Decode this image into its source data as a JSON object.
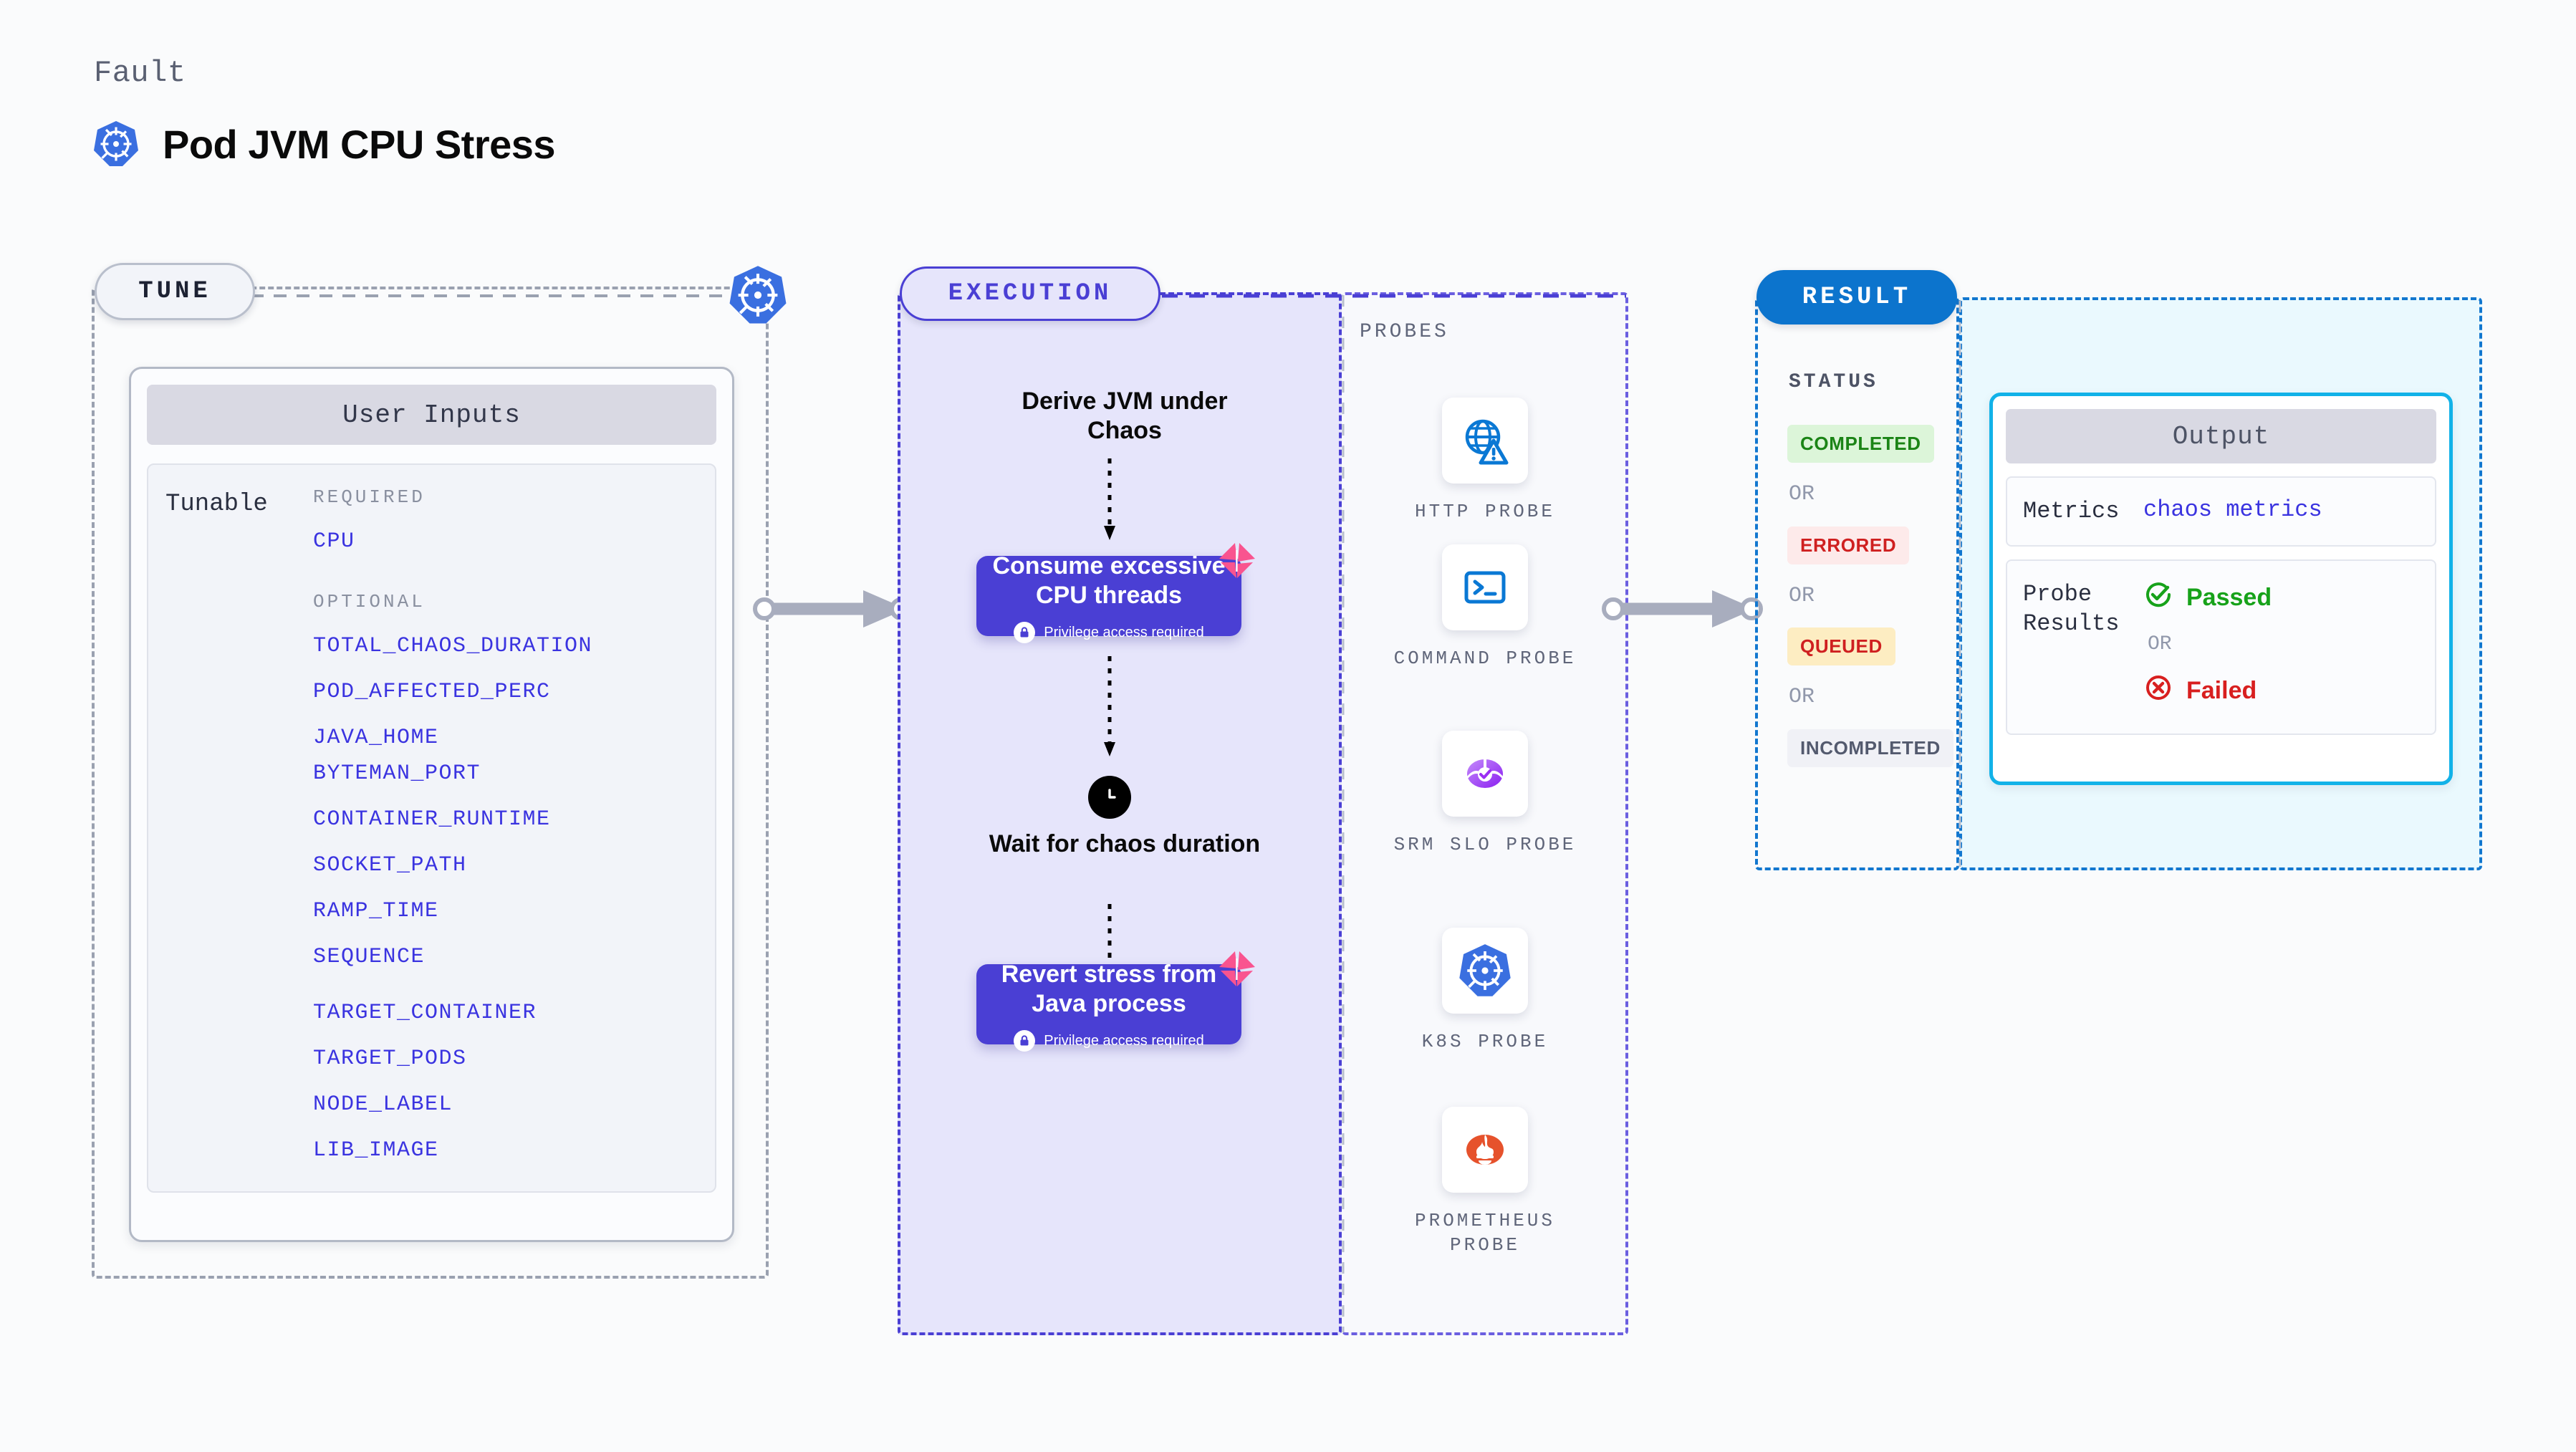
{
  "header": {
    "eyebrow": "Fault",
    "title": "Pod JVM CPU Stress",
    "icon": "kubernetes-icon"
  },
  "tune": {
    "pill_label": "TUNE",
    "node_icon": "kubernetes-icon",
    "inputs_card": {
      "header": "User Inputs",
      "row_label": "Tunable",
      "required_label": "REQUIRED",
      "required_params": [
        "CPU"
      ],
      "optional_label": "OPTIONAL",
      "optional_params": [
        "TOTAL_CHAOS_DURATION",
        "POD_AFFECTED_PERC",
        "JAVA_HOME",
        "BYTEMAN_PORT",
        "CONTAINER_RUNTIME",
        "SOCKET_PATH",
        "RAMP_TIME",
        "SEQUENCE",
        "TARGET_CONTAINER",
        "TARGET_PODS",
        "NODE_LABEL",
        "LIB_IMAGE"
      ]
    }
  },
  "execution": {
    "pill_label": "EXECUTION",
    "steps": [
      {
        "type": "label",
        "text": "Derive JVM under Chaos"
      },
      {
        "type": "card",
        "text": "Consume excessive CPU threads",
        "note": "Privilege access required",
        "badge": "litmus-icon",
        "note_icon": "lock-icon"
      },
      {
        "type": "wait",
        "text": "Wait for chaos duration",
        "icon": "clock-icon"
      },
      {
        "type": "card",
        "text": "Revert stress from Java process",
        "note": "Privilege access required",
        "badge": "litmus-icon",
        "note_icon": "lock-icon"
      }
    ]
  },
  "probes": {
    "title": "PROBES",
    "items": [
      {
        "label": "HTTP PROBE",
        "icon": "globe-warning-icon"
      },
      {
        "label": "COMMAND PROBE",
        "icon": "terminal-icon"
      },
      {
        "label": "SRM SLO PROBE",
        "icon": "srm-slo-icon"
      },
      {
        "label": "K8S PROBE",
        "icon": "kubernetes-icon"
      },
      {
        "label": "PROMETHEUS PROBE",
        "icon": "prometheus-icon"
      }
    ]
  },
  "result": {
    "pill_label": "RESULT",
    "status_title": "STATUS",
    "or_label": "OR",
    "statuses": [
      {
        "label": "COMPLETED",
        "text_color": "#1b8416",
        "bg_color": "#dcf5d9"
      },
      {
        "label": "ERRORED",
        "text_color": "#cf2020",
        "bg_color": "#fdeaea"
      },
      {
        "label": "QUEUED",
        "text_color": "#cf2020",
        "bg_color": "#fdedc2"
      },
      {
        "label": "INCOMPLETED",
        "text_color": "#535a6e",
        "bg_color": "#f0f1f6"
      }
    ]
  },
  "output": {
    "header": "Output",
    "rows": [
      {
        "key": "Metrics",
        "value": "chaos metrics"
      }
    ],
    "probe_results": {
      "key": "Probe Results",
      "passed": {
        "label": "Passed",
        "icon": "check-circle-icon",
        "color": "#17a21a"
      },
      "or_label": "OR",
      "failed": {
        "label": "Failed",
        "icon": "x-circle-icon",
        "color": "#d81f1f"
      }
    }
  },
  "colors": {
    "tune_border": "#9aa1b0",
    "exec_accent": "#4a3fd4",
    "exec_bg": "#e6e5fb",
    "result_accent": "#1277cf",
    "output_bg": "#eaf9fe",
    "output_border": "#12b2e8",
    "param_text": "#3a33e0",
    "litmus_pink": "#f9548f"
  }
}
